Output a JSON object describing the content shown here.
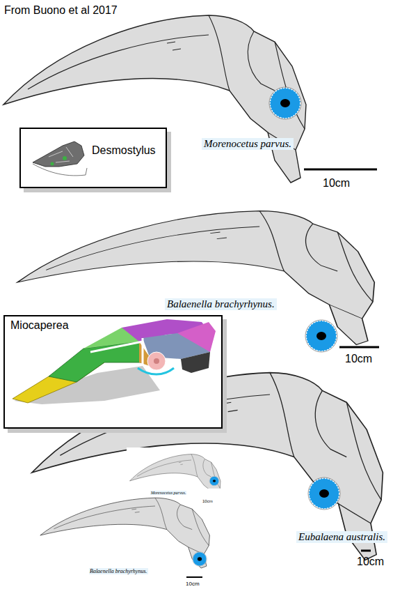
{
  "diagram": {
    "title": "From Buono et al 2017",
    "nodes": [
      {
        "text": [
          "Desmostylus"
        ]
      },
      {
        "text": [
          "Miocaperea"
        ]
      }
    ],
    "labels": [
      "Morenocetus parvus.",
      "10cm",
      "Balaenella brachyrhynus.",
      "10cm",
      "Morenocetus parvus.",
      "10cm",
      "Eubalaena australis.",
      "Balaenella brachyrhynus.",
      "10cm",
      "10cm"
    ]
  }
}
